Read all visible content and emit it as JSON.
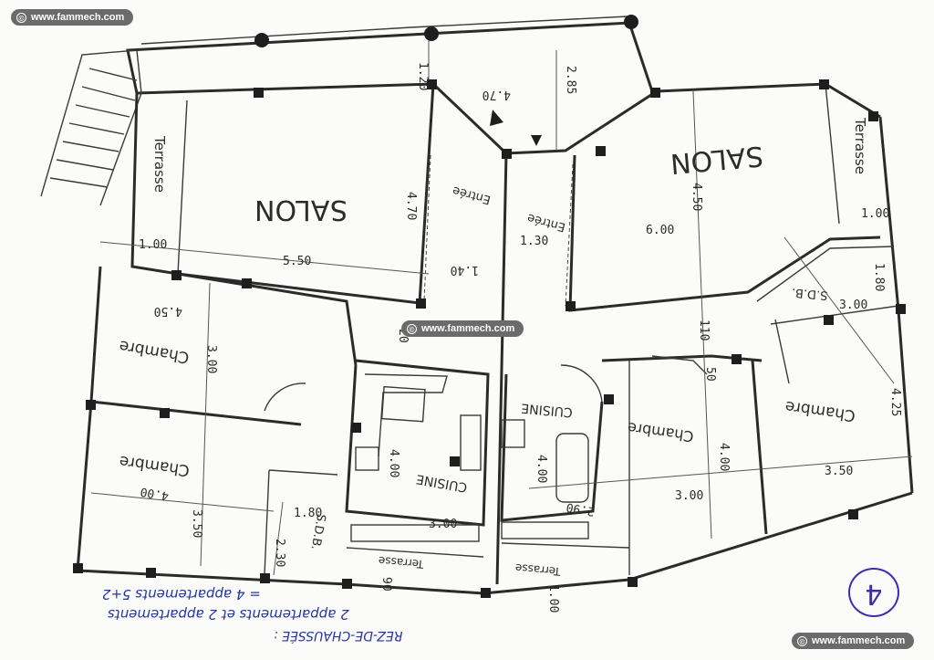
{
  "watermarks": {
    "top_left": "www.fammech.com",
    "center": "www.fammech.com",
    "bottom_right": "www.fammech.com",
    "icon": "copyright-icon"
  },
  "rooms": {
    "salon_left": "SALON",
    "salon_right": "SALON",
    "terrasse_top_left": "Terrasse",
    "terrasse_top_right": "Terrasse",
    "entree_left": "Entrée",
    "entree_right": "Entrée",
    "chambre_1": "Chambre",
    "chambre_2": "Chambre",
    "chambre_3": "Chambre",
    "chambre_4": "Chambre",
    "cuisine_left": "CUISINE",
    "cuisine_right": "CUISINE",
    "sdb_left": "S.D.B.",
    "sdb_right": "S.D.B.",
    "terrasse_bottom_left": "Terrasse",
    "terrasse_bottom_right": "Terrasse"
  },
  "dimensions": {
    "d_120": "1.20",
    "d_285": "2.85",
    "d_470_top": "4.70",
    "d_470_salon": "4.70",
    "d_450": "4.50",
    "d_600": "6.00",
    "d_100_left": "1.00",
    "d_100_right": "1.00",
    "d_550": "5.50",
    "d_130": "1.30",
    "d_140": "1.40",
    "d_180_right": "1.80",
    "d_300_sdb": "3.00",
    "d_110": "110",
    "d_450_ch": "4.50",
    "d_300_ch": "3.00",
    "d_400_ch": "4.00",
    "d_350_left": "3.50",
    "d_180_sdb": "1.80",
    "d_230": "2.30",
    "d_400_cuis_l": "4.00",
    "d_300_cuis": "3.00",
    "d_400_cuis_r": "4.00",
    "d_290": "2.90",
    "d_400_mid": "4.00",
    "d_300_mid": "3.00",
    "d_425": "4.25",
    "d_350_right": "3.50",
    "d_90": "90",
    "d_100_bottom": "1.00",
    "d_20": "20",
    "d_50": "50"
  },
  "notes": {
    "title": "REZ-DE-CHAUSSÉE :",
    "line1": "2 appartements et 2 appartements",
    "line2": "= 4 appartements 5+2",
    "sheet_number": "4"
  }
}
